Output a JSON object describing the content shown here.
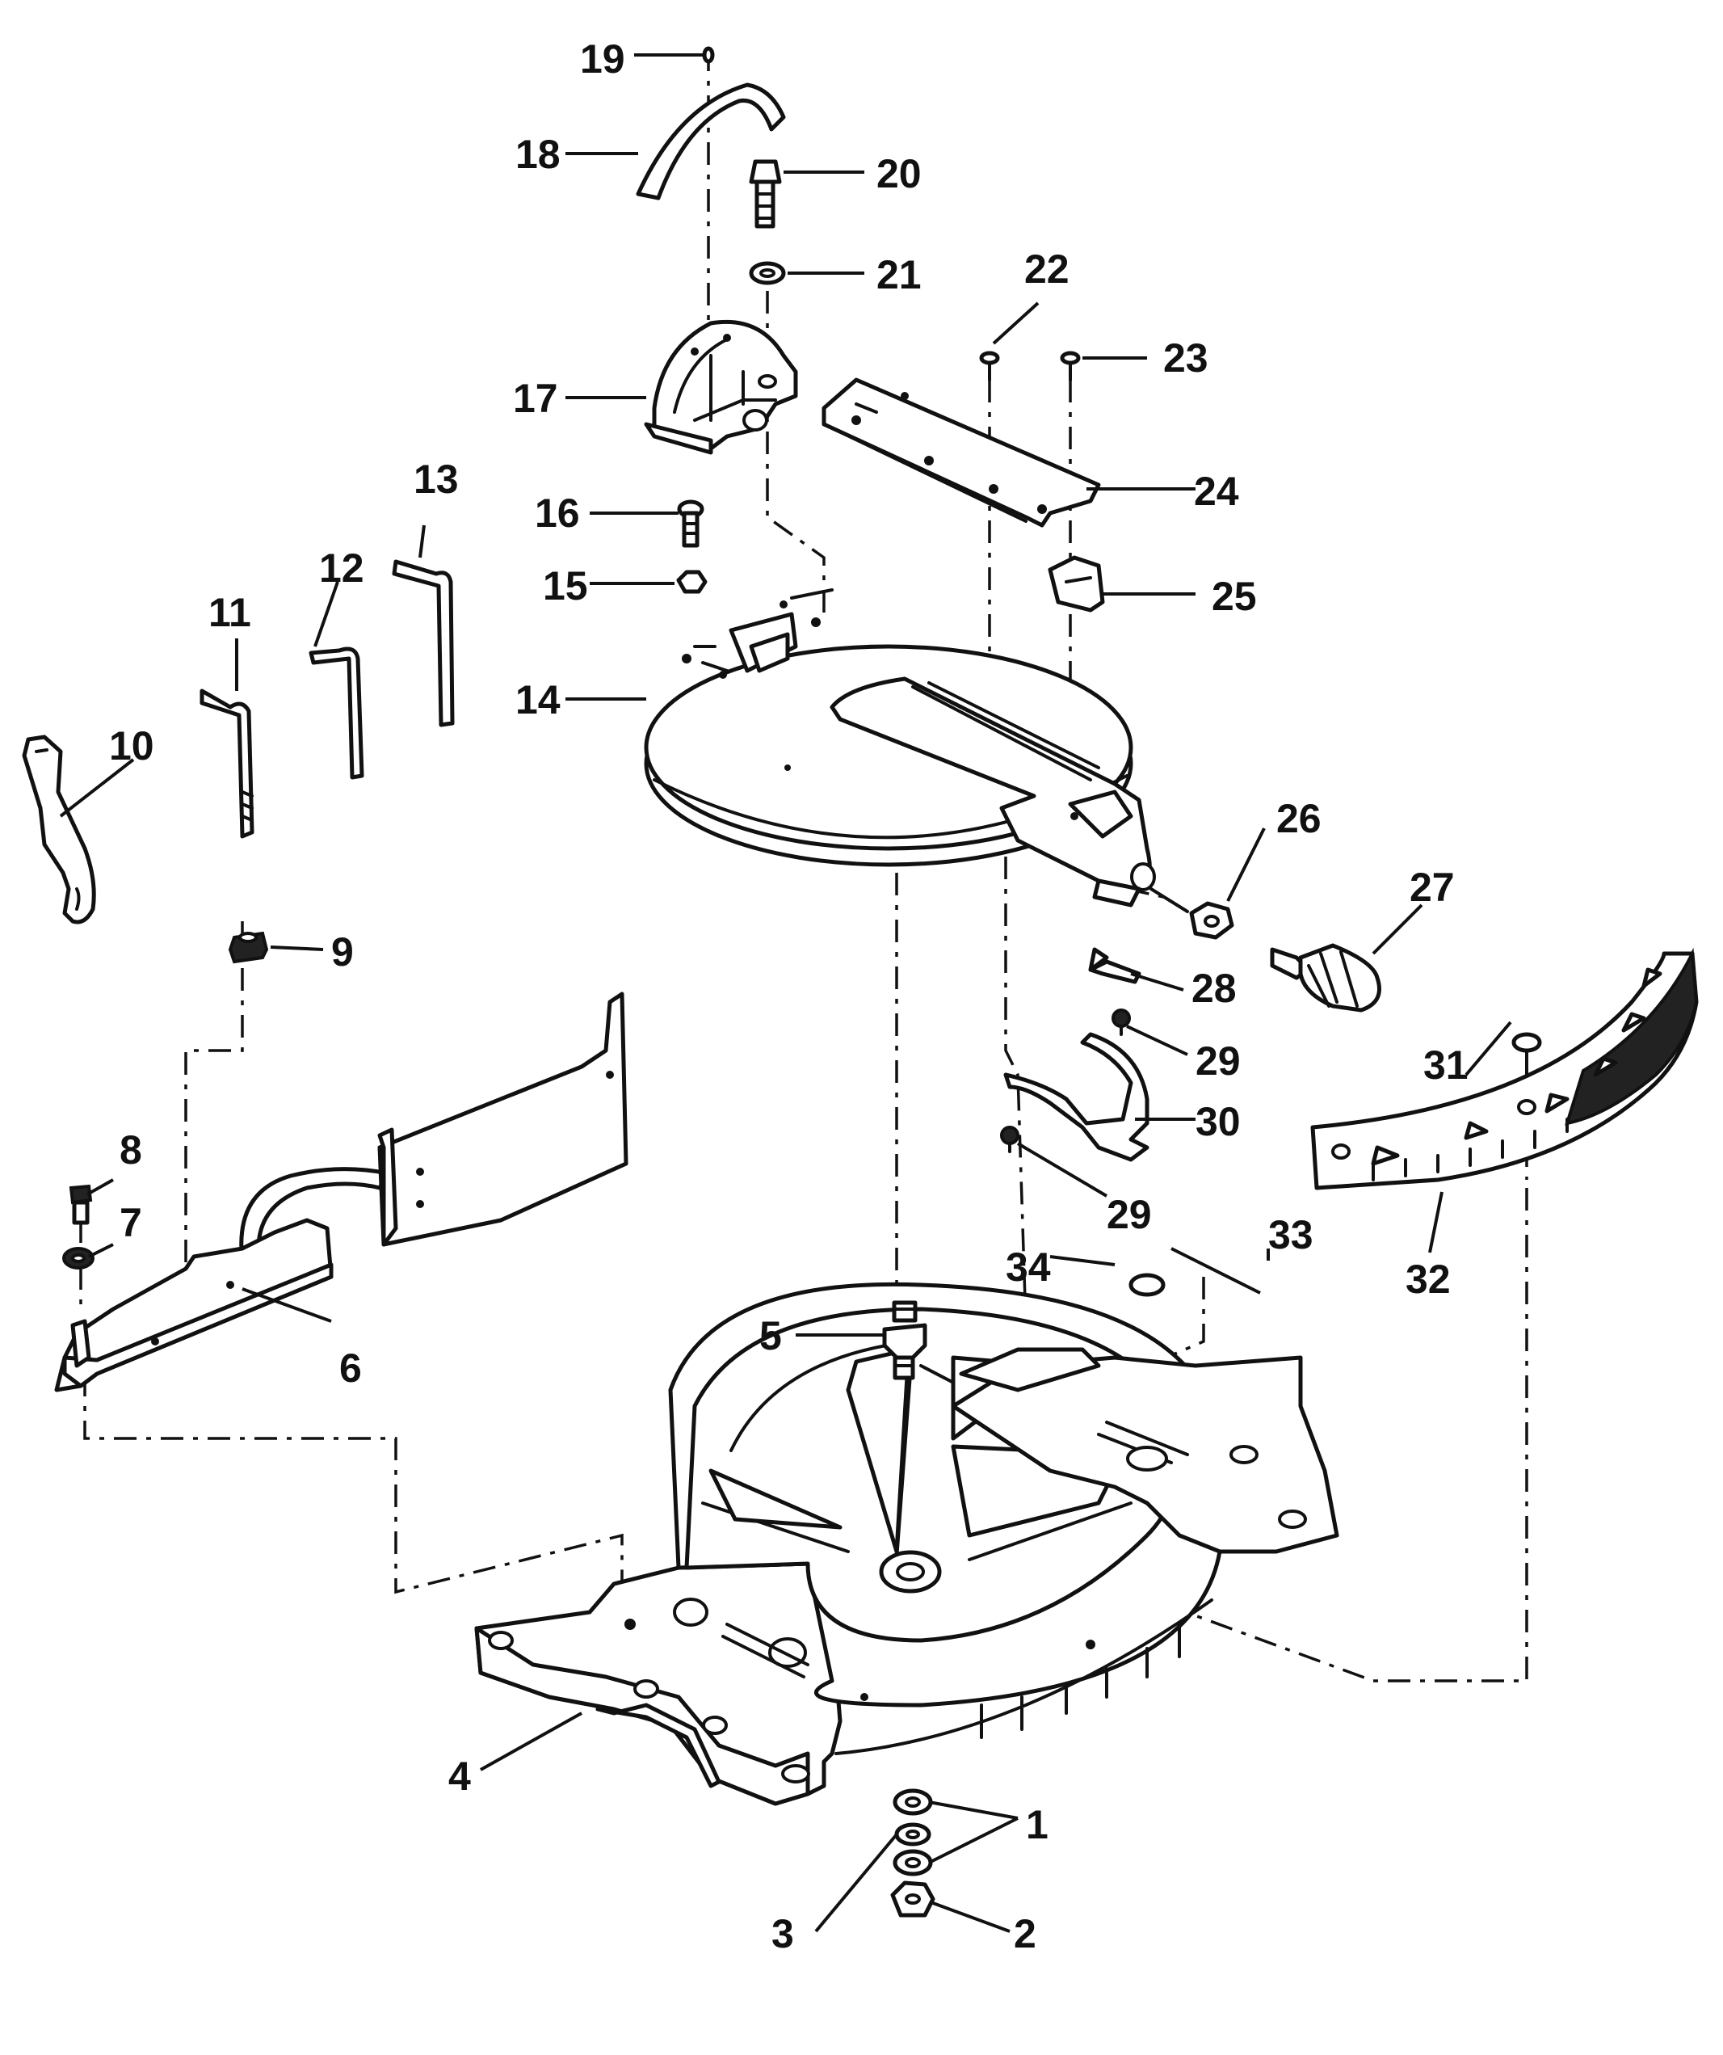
{
  "callouts": {
    "c1": "1",
    "c2": "2",
    "c3": "3",
    "c4": "4",
    "c5": "5",
    "c6": "6",
    "c7": "7",
    "c8": "8",
    "c9": "9",
    "c10": "10",
    "c11": "11",
    "c12": "12",
    "c13": "13",
    "c14": "14",
    "c15": "15",
    "c16": "16",
    "c17": "17",
    "c18": "18",
    "c19": "19",
    "c20": "20",
    "c21": "21",
    "c22": "22",
    "c23": "23",
    "c24": "24",
    "c25": "25",
    "c26": "26",
    "c27": "27",
    "c28": "28",
    "c29a": "29",
    "c29b": "29",
    "c30": "30",
    "c31": "31",
    "c32": "32",
    "c33": "33",
    "c34": "34"
  },
  "colors": {
    "ink": "#111111",
    "paper": "#ffffff"
  }
}
